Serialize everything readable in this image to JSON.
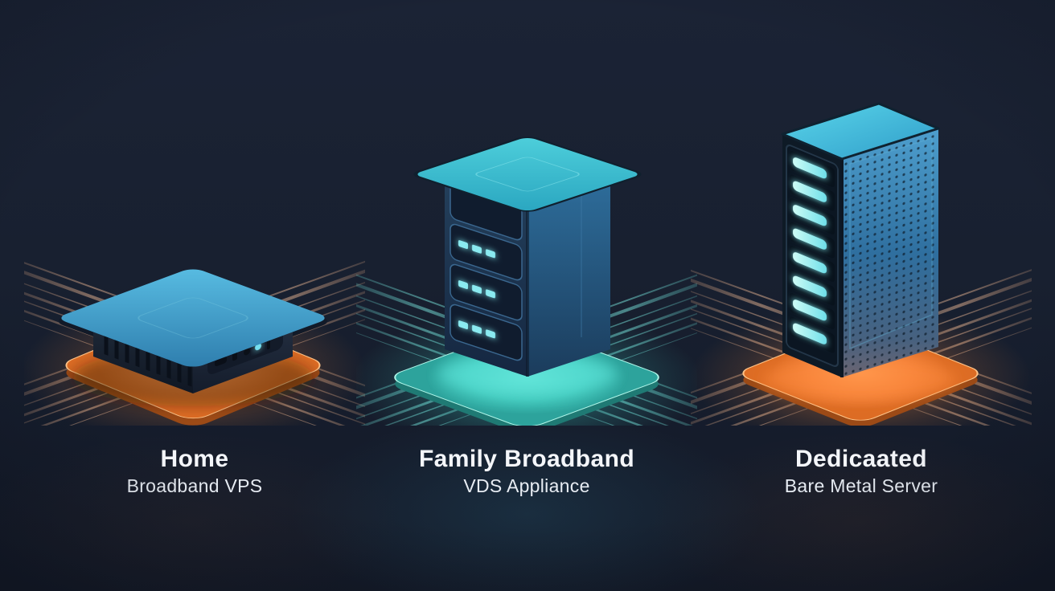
{
  "products": [
    {
      "title": "Home",
      "subtitle": "Broadband VPS",
      "device": "mini-router-box",
      "platform_color": "#f3823a",
      "platform_glow": "#ffb36b",
      "streak_color": "#e2a57c"
    },
    {
      "title": "Family Broadband",
      "subtitle": "VDS Appliance",
      "device": "nas-tower",
      "drive_bays": 4,
      "leds_per_bay": 3,
      "platform_color": "#43c9bd",
      "platform_glow": "#aef7ee",
      "streak_color": "#66e0d8"
    },
    {
      "title": "Dedicaated",
      "subtitle": "Bare Metal Server",
      "device": "server-rack-tower",
      "led_bars": 8,
      "platform_color": "#f3823a",
      "platform_glow": "#ffb36b",
      "streak_color": "#e2a57c"
    }
  ],
  "palette": {
    "background_top": "#1b2335",
    "background_bottom": "#141a28",
    "device_blue": "#3f8fbe",
    "device_dark_navy": "#16253a",
    "led_cyan": "#8aeaf0",
    "title_color": "#f4f6fa",
    "subtitle_color": "#e7ecf3"
  }
}
